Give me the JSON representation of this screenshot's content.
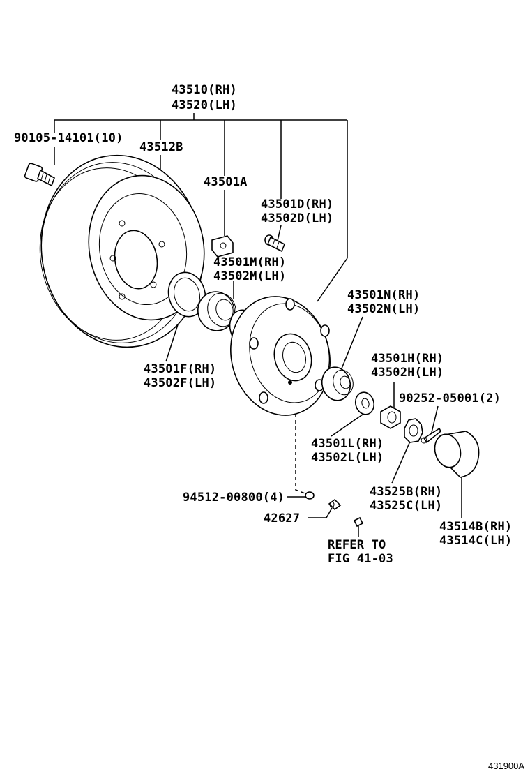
{
  "labels": {
    "hub_assy_rh": "43510(RH)",
    "hub_assy_lh": "43520(LH)",
    "bolt": "90105-14101(10)",
    "drum": "43512B",
    "part_43501a": "43501A",
    "stud_rh": "43501D(RH)",
    "stud_lh": "43502D(LH)",
    "bearing_m_rh": "43501M(RH)",
    "bearing_m_lh": "43502M(LH)",
    "hub_n_rh": "43501N(RH)",
    "hub_n_lh": "43502N(LH)",
    "seal_f_rh": "43501F(RH)",
    "seal_f_lh": "43502F(LH)",
    "nut_h_rh": "43501H(RH)",
    "nut_h_lh": "43502H(LH)",
    "cotter_pin": "90252-05001(2)",
    "washer_l_rh": "43501L(RH)",
    "washer_l_lh": "43502L(LH)",
    "lock_b_rh": "43525B(RH)",
    "lock_c_lh": "43525C(LH)",
    "plug": "94512-00800(4)",
    "nipple": "42627",
    "refer_line1": "REFER TO",
    "refer_line2": "FIG 41-03",
    "cap_b_rh": "43514B(RH)",
    "cap_c_lh": "43514C(LH)",
    "figure_code": "431900A"
  }
}
